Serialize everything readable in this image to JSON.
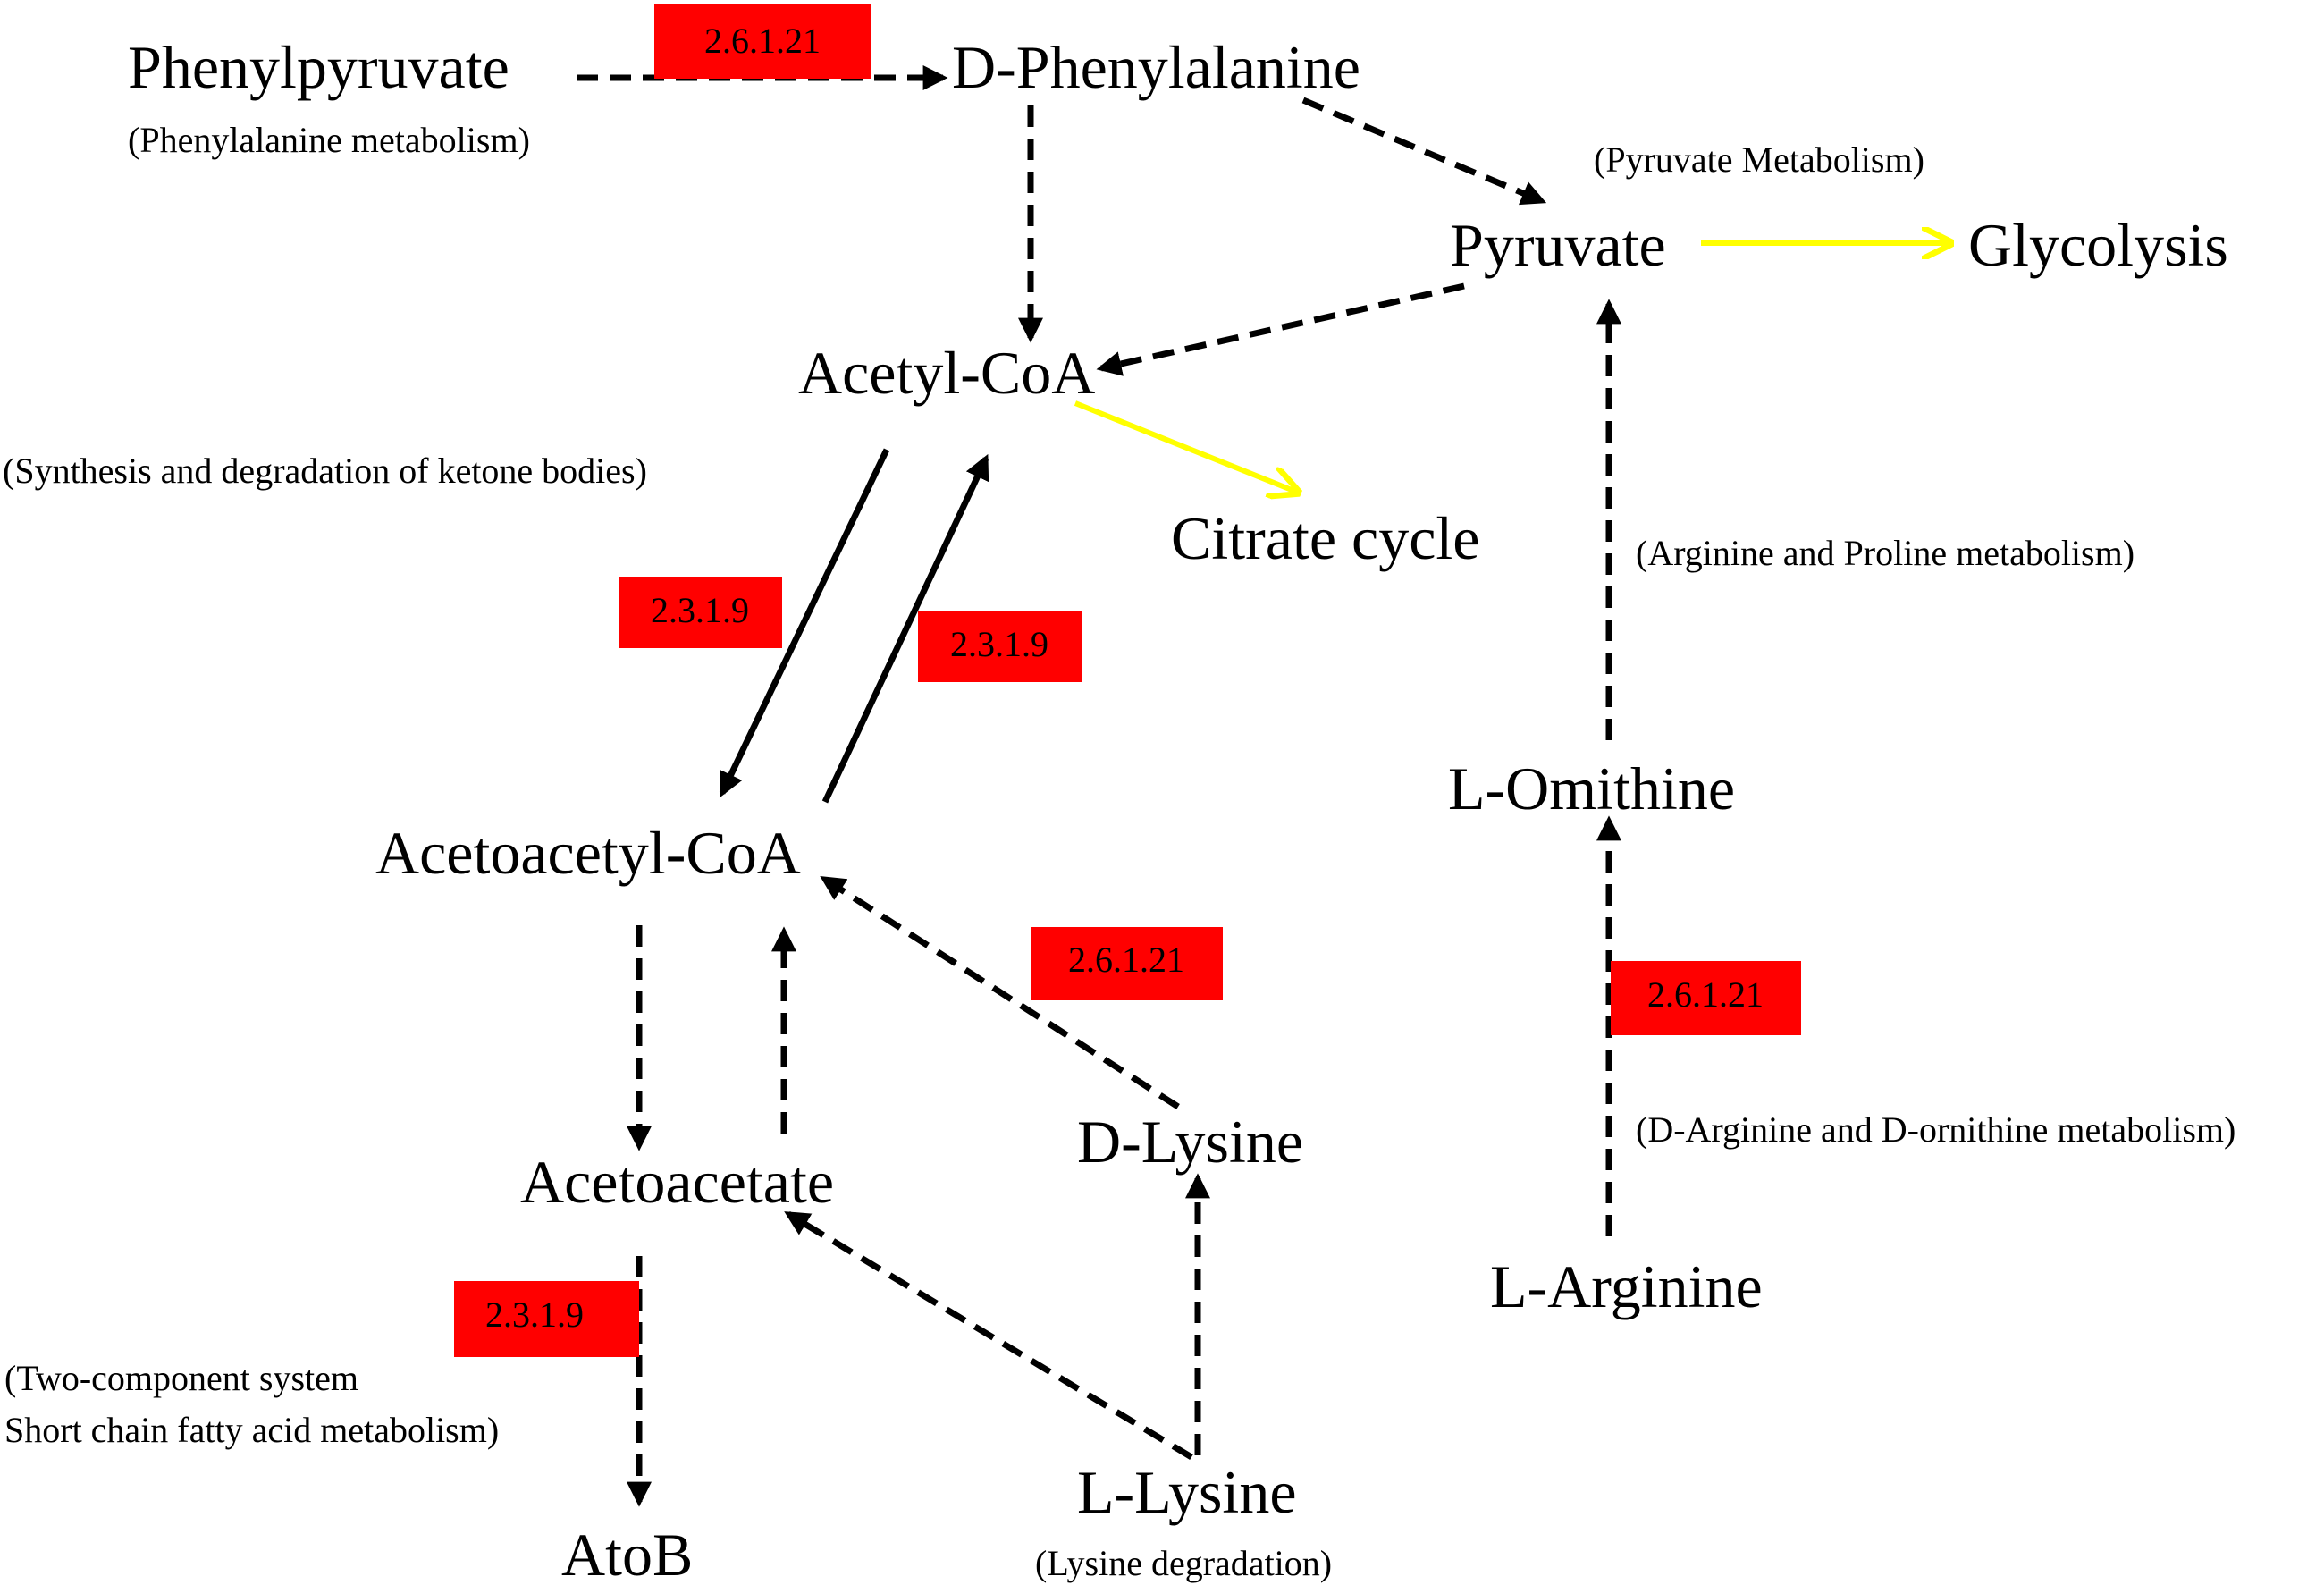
{
  "nodes": {
    "phenylpyruvate": "Phenylpyruvate",
    "d_phenylalanine": "D-Phenylalanine",
    "pyruvate": "Pyruvate",
    "glycolysis": "Glycolysis",
    "acetyl_coa": "Acetyl-CoA",
    "citrate_cycle": "Citrate cycle",
    "acetoacetyl_coa": "Acetoacetyl-CoA",
    "acetoacetate": "Acetoacetate",
    "atob": "AtoB",
    "d_lysine": "D-Lysine",
    "l_lysine": "L-Lysine",
    "l_ornithine": "L-Omithine",
    "l_arginine": "L-Arginine"
  },
  "pathways": {
    "phenylalanine": "(Phenylalanine metabolism)",
    "pyruvate": "(Pyruvate Metabolism)",
    "ketone": "(Synthesis and degradation of ketone bodies)",
    "arginine_proline": "(Arginine and Proline metabolism)",
    "d_arginine": "(D-Arginine and D-ornithine metabolism)",
    "two_component": "(Two-component system",
    "short_chain": "Short chain fatty acid metabolism)",
    "lysine_degradation": "(Lysine degradation)"
  },
  "enzymes": {
    "phe_transaminase": "2.6.1.21",
    "acac_thiolase_forward": "2.3.1.9",
    "acac_thiolase_reverse": "2.3.1.9",
    "lysine_transaminase": "2.6.1.21",
    "arginine_transaminase": "2.6.1.21",
    "atob_thiolase": "2.3.1.9"
  },
  "colors": {
    "enzyme_box": "#ff0000",
    "metabolic_link": "#ffff00",
    "arrow": "#000000"
  }
}
